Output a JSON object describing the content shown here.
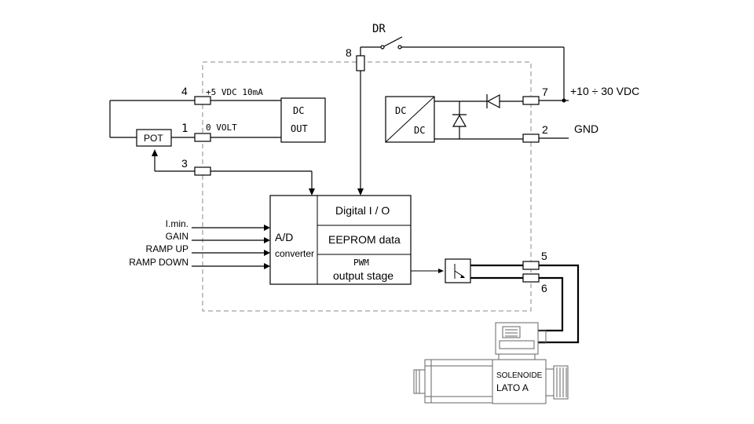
{
  "diagram": {
    "supply_label": "+10 ÷ 30 VDC",
    "gnd_label": "GND",
    "switch_label": "DR",
    "dc_out": {
      "line1": "DC",
      "line2": "OUT"
    },
    "dcdc": {
      "top": "DC",
      "bottom": "DC"
    },
    "pot_label": "POT",
    "ref_5v": "+5 VDC 10mA",
    "ref_0v": "0 VOLT",
    "terminals": {
      "t1": "1",
      "t2": "2",
      "t3": "3",
      "t4": "4",
      "t5": "5",
      "t6": "6",
      "t7": "7",
      "t8": "8"
    },
    "inputs": [
      "I.min.",
      "GAIN",
      "RAMP UP",
      "RAMP DOWN"
    ],
    "ad": {
      "title": "A/D",
      "sub": "converter"
    },
    "digital_io": "Digital I / O",
    "eeprom": "EEPROM data",
    "pwm": {
      "line1": "PWM",
      "line2": "output stage"
    },
    "solenoid": {
      "line1": "SOLENOIDE",
      "line2": "LATO A"
    }
  }
}
